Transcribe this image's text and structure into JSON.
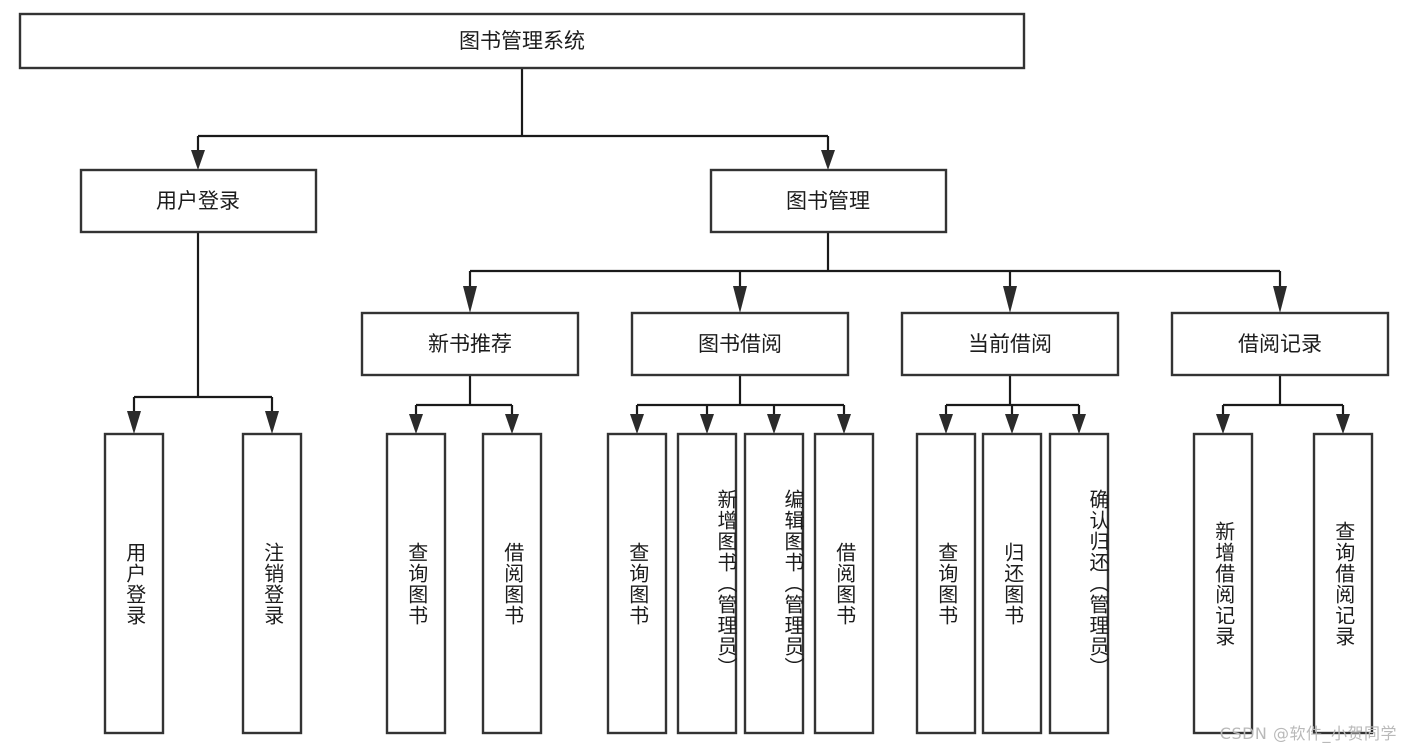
{
  "diagram": {
    "type": "hierarchy-tree",
    "title": "图书管理系统",
    "root": {
      "id": "root",
      "label": "图书管理系统",
      "orientation": "horizontal"
    },
    "level2": [
      {
        "id": "user-login",
        "label": "用户登录",
        "orientation": "horizontal"
      },
      {
        "id": "book-manage",
        "label": "图书管理",
        "orientation": "horizontal"
      }
    ],
    "level3": [
      {
        "id": "new-book-recommend",
        "label": "新书推荐",
        "orientation": "horizontal",
        "parent": "book-manage"
      },
      {
        "id": "book-borrow",
        "label": "图书借阅",
        "orientation": "horizontal",
        "parent": "book-manage"
      },
      {
        "id": "current-borrow",
        "label": "当前借阅",
        "orientation": "horizontal",
        "parent": "book-manage"
      },
      {
        "id": "borrow-record",
        "label": "借阅记录",
        "orientation": "horizontal",
        "parent": "book-manage"
      }
    ],
    "leaves": [
      {
        "id": "leaf-user-login",
        "label": "用户登录",
        "orientation": "vertical",
        "parent": "user-login"
      },
      {
        "id": "leaf-user-logout",
        "label": "注销登录",
        "orientation": "vertical",
        "parent": "user-login"
      },
      {
        "id": "leaf-query-book-1",
        "label": "查询图书",
        "orientation": "vertical",
        "parent": "new-book-recommend"
      },
      {
        "id": "leaf-borrow-book-1",
        "label": "借阅图书",
        "orientation": "vertical",
        "parent": "new-book-recommend"
      },
      {
        "id": "leaf-query-book-2",
        "label": "查询图书",
        "orientation": "vertical",
        "parent": "book-borrow"
      },
      {
        "id": "leaf-add-book",
        "label": "新增图书（管理员）",
        "orientation": "vertical",
        "parent": "book-borrow"
      },
      {
        "id": "leaf-edit-book",
        "label": "编辑图书（管理员）",
        "orientation": "vertical",
        "parent": "book-borrow"
      },
      {
        "id": "leaf-borrow-book-2",
        "label": "借阅图书",
        "orientation": "vertical",
        "parent": "book-borrow"
      },
      {
        "id": "leaf-query-book-3",
        "label": "查询图书",
        "orientation": "vertical",
        "parent": "current-borrow"
      },
      {
        "id": "leaf-return-book",
        "label": "归还图书",
        "orientation": "vertical",
        "parent": "current-borrow"
      },
      {
        "id": "leaf-confirm-return",
        "label": "确认归还（管理员）",
        "orientation": "vertical",
        "parent": "current-borrow"
      },
      {
        "id": "leaf-add-record",
        "label": "新增借阅记录",
        "orientation": "vertical",
        "parent": "borrow-record"
      },
      {
        "id": "leaf-query-record",
        "label": "查询借阅记录",
        "orientation": "vertical",
        "parent": "borrow-record"
      }
    ],
    "colors": {
      "background": "#ffffff",
      "box_fill": "#ffffff",
      "box_stroke": "#333333",
      "connector": "#1a1a1a",
      "text": "#1c1c1c",
      "watermark": "#b9b9b9"
    }
  },
  "watermark": {
    "text": "CSDN @软件_小贺同学"
  }
}
